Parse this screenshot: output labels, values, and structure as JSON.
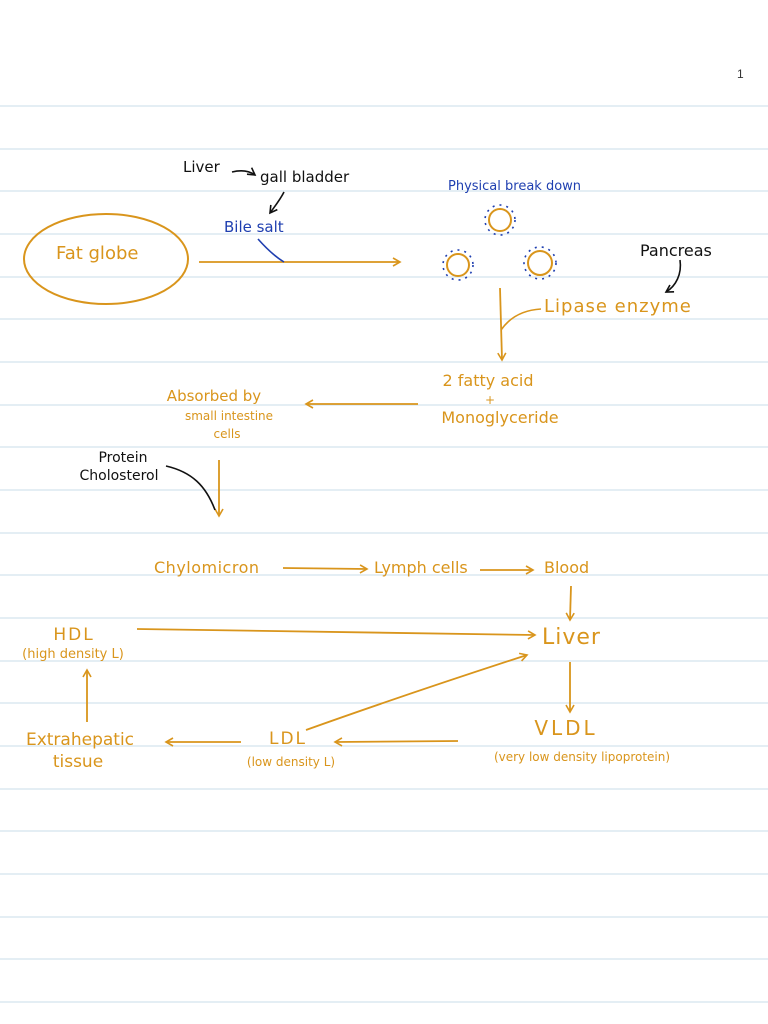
{
  "page_number": "1",
  "colors": {
    "accent": "#d9951c",
    "blue": "#1f3fb0",
    "ink": "#111111",
    "rule": "#dce8f0"
  },
  "labels": {
    "liver_top": "Liver",
    "gall_bladder": "gall bladder",
    "bile_salt": "Bile salt",
    "fat_globe": "Fat globe",
    "physical_breakdown": "Physical break down",
    "pancreas": "Pancreas",
    "lipase_enzyme": "Lipase enzyme",
    "fatty_acid": "2 fatty acid",
    "plus": "+",
    "monoglyceride": "Monoglyceride",
    "absorbed_1": "Absorbed by",
    "absorbed_2": "small intestine",
    "absorbed_3": "cells",
    "protein": "Protein",
    "cholesterol": "Cholosterol",
    "chylomicron": "Chylomicron",
    "lymph_cells": "Lymph cells",
    "blood": "Blood",
    "hdl": "HDL",
    "hdl_full": "(high density L)",
    "liver": "Liver",
    "extrahepatic_1": "Extrahepatic",
    "extrahepatic_2": "tissue",
    "ldl": "LDL",
    "ldl_full": "(low density L)",
    "vldl": "VLDL",
    "vldl_full": "(very low density lipoprotein)"
  }
}
